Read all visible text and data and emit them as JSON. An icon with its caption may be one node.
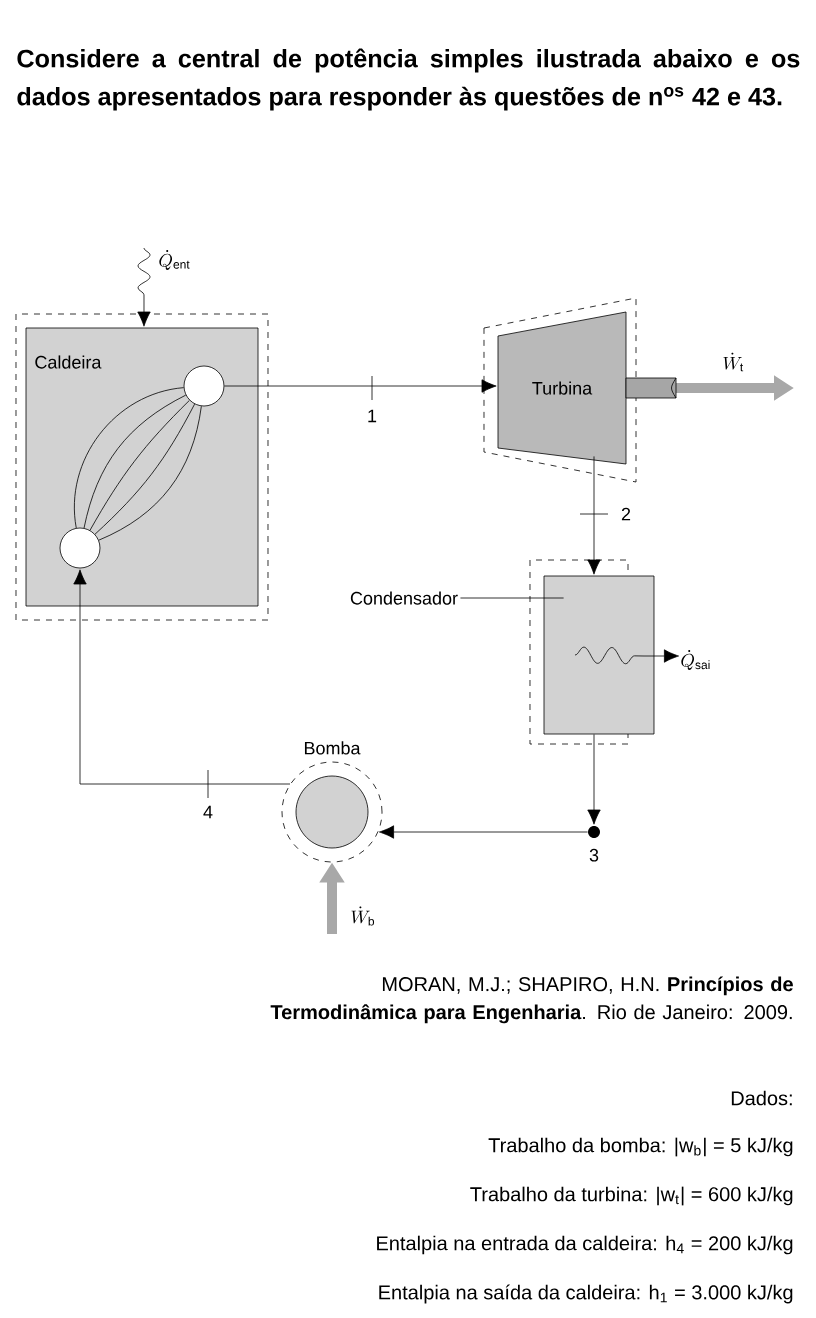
{
  "diagram": {
    "title": "Considere a central de potência simples ilustrada abaixo e os dados apresentados para responder às questões de n$^{os}$ 42 e 43.",
    "caption": "MORAN, M.J.; SHAPIRO, H.N. **Princípios de Termodinâmica para Engenharia**. Rio de Janeiro: 2009.",
    "nodes": [
      {
        "text": [
          "Caldeira"
        ]
      },
      {
        "text": [],
        "shape": "circle",
        "in": 0
      },
      {
        "text": [],
        "shape": "circle",
        "in": 0
      },
      {
        "text": [
          "Turbina"
        ]
      },
      {
        "text": [
          "Condensador"
        ]
      },
      {
        "text": [],
        "shape": "box"
      },
      {
        "text": [
          "Bomba"
        ]
      },
      {
        "text": [],
        "shape": "circle",
        "beside": [
          "3"
        ]
      }
    ],
    "edges": [
      {
        "from": null,
        "to": 0,
        "arrow": "to",
        "label": "\\dot{Q}_{\\mathrm{ent}}"
      },
      {
        "from": 1,
        "to": 3,
        "arrow": "to",
        "label": "1"
      },
      {
        "from": 3,
        "to": 5,
        "arrow": "to",
        "label": "2"
      },
      {
        "from": 5,
        "to": null,
        "arrow": "to",
        "label": "\\dot{Q}_{\\mathrm{sai}}"
      },
      {
        "from": 5,
        "to": 7,
        "arrow": "to"
      },
      {
        "from": 7,
        "to": 6,
        "arrow": "to"
      },
      {
        "from": 6,
        "to": 2,
        "arrow": "to",
        "label": "4"
      },
      {
        "from": 4,
        "to": 5,
        "arrow": "none"
      },
      {
        "from": 3,
        "to": null,
        "arrow": "to",
        "label": "\\dot{W}_{\\mathrm{t}}",
        "style": "thick",
        "color": "#a8a8a8"
      },
      {
        "from": null,
        "to": 6,
        "arrow": "to",
        "label": "\\dot{W}_{\\mathrm{b}}",
        "style": "thick",
        "color": "#a8a8a8"
      },
      {
        "from": 2,
        "to": 1,
        "arrow": "none"
      },
      {
        "from": 2,
        "to": 1,
        "arrow": "none"
      },
      {
        "from": 2,
        "to": 1,
        "arrow": "none"
      },
      {
        "from": 2,
        "to": 1,
        "arrow": "none"
      },
      {
        "from": 2,
        "to": 1,
        "arrow": "none"
      }
    ],
    "labels": [
      "Dados:",
      "Trabalho da bomba: |w$_{b}$| = 5 kJ/kg",
      "Trabalho da turbina: |w$_{t}$| = 600 kJ/kg",
      "Entalpia na entrada da caldeira: h$_{4}$ = 200 kJ/kg",
      "Entalpia na saída da caldeira: h$_{1}$ = 3.000 kJ/kg"
    ]
  }
}
